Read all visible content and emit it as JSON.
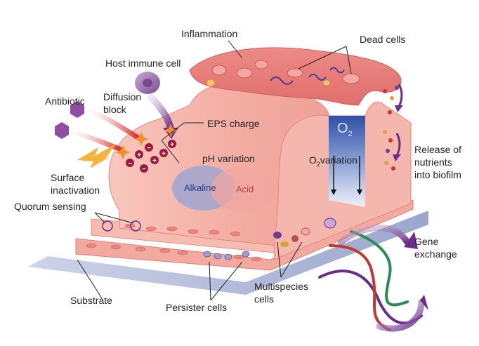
{
  "labels": {
    "inflammation": "Inflammation",
    "dead_cells": "Dead cells",
    "host_immune_cell": "Host immune cell",
    "antibiotic": "Antibiotic",
    "diffusion_block_1": "Diffusion",
    "diffusion_block_2": "block",
    "eps_charge": "EPS charge",
    "ph_variation": "pH variation",
    "alkaline": "Alkaline",
    "acid": "Acid",
    "o2_symbol": "O",
    "o2_symbol_sub": "2",
    "o2_variation_prefix": "O",
    "o2_variation_sub": "2",
    "o2_variation_suffix": "variation",
    "surface_inactivation_1": "Surface",
    "surface_inactivation_2": "inactivation",
    "quorum_sensing": "Quorum sensing",
    "release_1": "Release of",
    "release_2": "nutrients",
    "release_3": "into biofilm",
    "gene_exchange_1": "Gene",
    "gene_exchange_2": "exchange",
    "substrate": "Substrate",
    "persister_cells": "Persister cells",
    "multispecies_1": "Multispecies",
    "multispecies_2": "cells"
  },
  "colors": {
    "biofilm": "#f4b0a6",
    "biofilm_dark": "#e8857a",
    "biofilm_light": "#fbd3cb",
    "inflamed": "#e77c78",
    "substrate": "#b9c2dc",
    "alkaline": "#9ea6d0",
    "acid": "#f1a6a0",
    "o2_column": "#3b5bb0",
    "charge": "#9b1a3e",
    "antibiotic": "#8e4fa0",
    "dna_purple": "#6a2d8a",
    "dna_green": "#2e8b57",
    "dna_red": "#c0392b"
  }
}
